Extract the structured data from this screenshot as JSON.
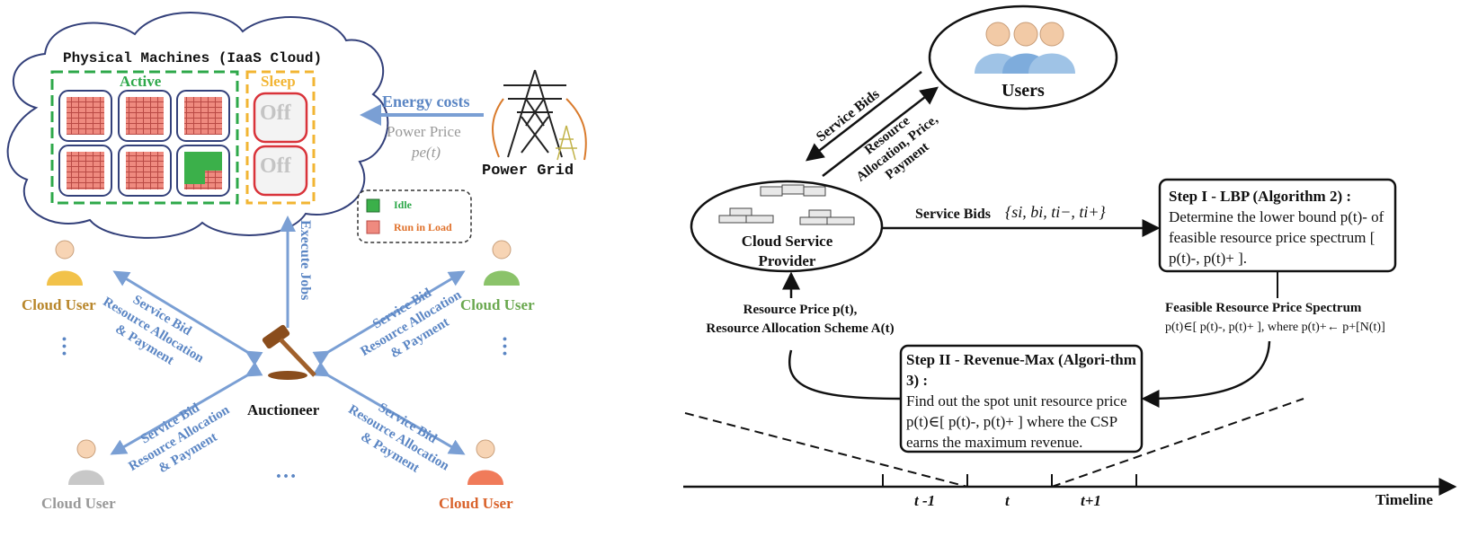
{
  "left": {
    "cloud_title": "Physical Machines (IaaS Cloud)",
    "active_label": "Active",
    "sleep_label": "Sleep",
    "off_labels": [
      "Off",
      "Off"
    ],
    "energy_costs": "Energy costs",
    "power_price": "Power Price",
    "power_price_symbol": "pe(t)",
    "power_grid": "Power Grid",
    "legend": {
      "idle": "Idle",
      "run": "Run in Load"
    },
    "execute_jobs": "Execute Jobs",
    "auctioneer": "Auctioneer",
    "users": [
      {
        "label": "Cloud User",
        "color": "#b8862a"
      },
      {
        "label": "Cloud User",
        "color": "#6aa84f"
      },
      {
        "label": "Cloud User",
        "color": "#999999"
      },
      {
        "label": "Cloud User",
        "color": "#d9622b"
      }
    ],
    "arrow_labels": {
      "service_bid": "Service Bid",
      "resource_allocation": "Resource Allocation",
      "payment": "& Payment"
    },
    "ellipsis": "…"
  },
  "right": {
    "users_title": "Users",
    "service_bids_diag": "Service Bids",
    "resource_diag_1": "Resource",
    "resource_diag_2": "Allocation, Price,",
    "resource_diag_3": "Payment",
    "csp_1": "Cloud Service",
    "csp_2": "Provider",
    "service_bids_label": "Service Bids",
    "service_bids_math": "{si, bi, ti−, ti+}",
    "step1_title": "Step I - LBP (Algorithm 2) :",
    "step1_text": "Determine the lower bound p(t)- of feasible resource price spectrum [ p(t)-, p(t)+ ].",
    "feasible_title": "Feasible Resource Price Spectrum",
    "feasible_formula": "p(t)∈[ p(t)-, p(t)+ ], where p(t)+← p+[N(t)]",
    "resource_price_1": "Resource Price p(t),",
    "resource_price_2": "Resource Allocation Scheme A(t)",
    "step2_title": "Step II - Revenue-Max (Algori-thm 3) :",
    "step2_text": "Find out the spot unit resource price p(t)∈[ p(t)-, p(t)+ ] where the CSP earns the maximum revenue.",
    "timeline": "Timeline",
    "ticks": [
      "t -1",
      "t",
      "t+1"
    ]
  },
  "colors": {
    "arrow_blue": "#7a9fd4",
    "active_green": "#2ea84a",
    "sleep_orange": "#f2b533",
    "cloud_navy": "#33407a",
    "off_red": "#d9333a"
  }
}
